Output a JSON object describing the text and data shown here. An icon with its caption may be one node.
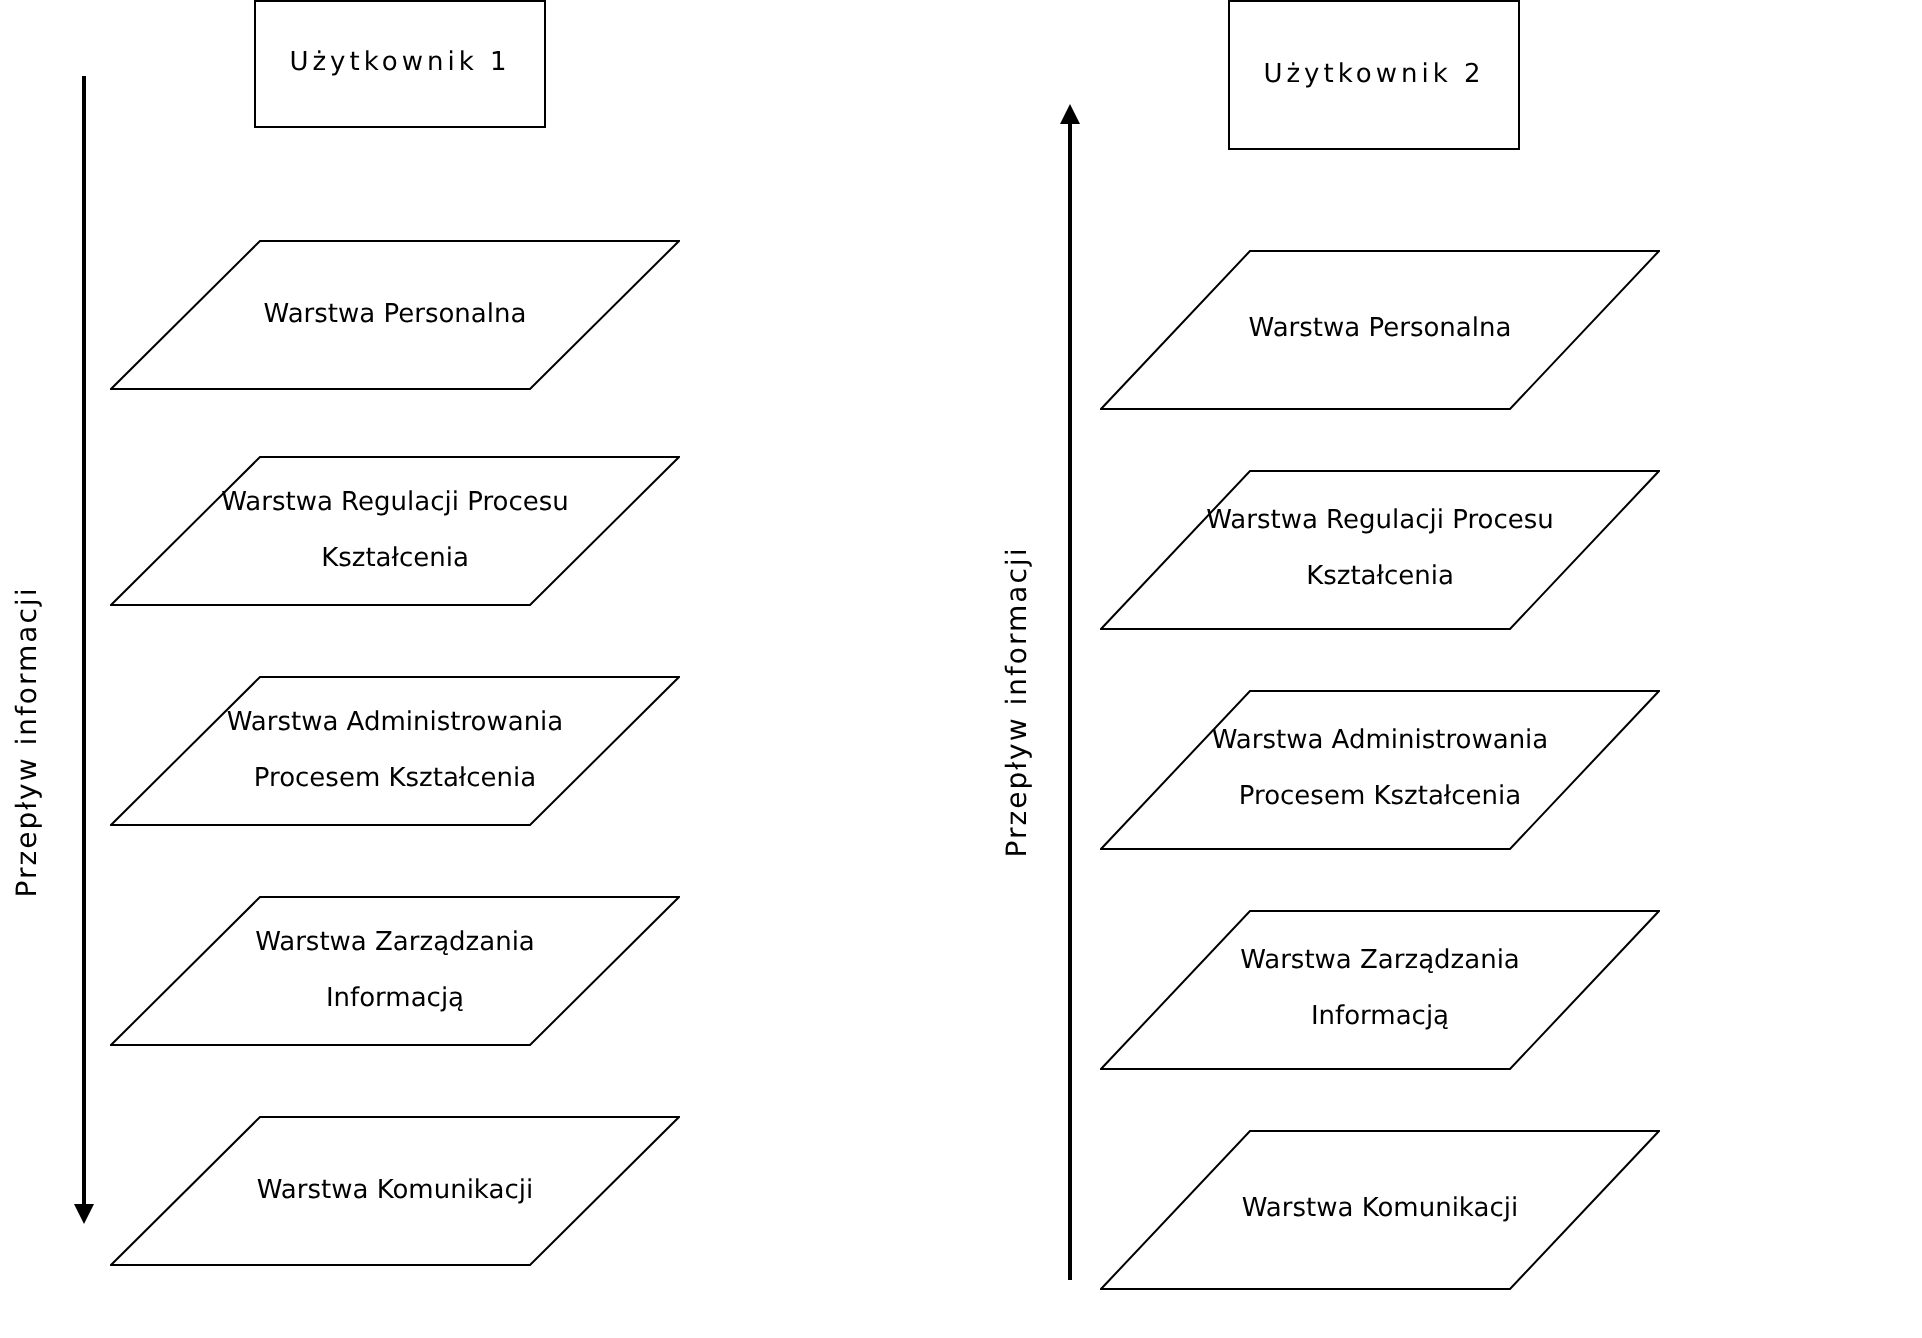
{
  "diagram": {
    "nodes": [
      {
        "text": [
          "Użytkownik 1"
        ]
      },
      {
        "text": [
          "Warstwa Personalna"
        ]
      },
      {
        "text": [
          "Warstwa Regulacji Procesu Kształcenia"
        ]
      },
      {
        "text": [
          "Warstwa Administrowania Procesem Kształcenia"
        ]
      },
      {
        "text": [
          "Warstwa Zarządzania Informacją"
        ]
      },
      {
        "text": [
          "Warstwa Komunikacji"
        ]
      },
      {
        "text": [
          "Użytkownik 2"
        ]
      },
      {
        "text": [
          "Warstwa Personalna"
        ]
      },
      {
        "text": [
          "Warstwa Regulacji Procesu Kształcenia"
        ]
      },
      {
        "text": [
          "Warstwa Administrowania Procesem Kształcenia"
        ]
      },
      {
        "text": [
          "Warstwa Zarządzania Informacją"
        ]
      },
      {
        "text": [
          "Warstwa Komunikacji"
        ]
      }
    ],
    "labels": [
      "Przepływ informacji",
      "Przepływ informacji"
    ]
  }
}
